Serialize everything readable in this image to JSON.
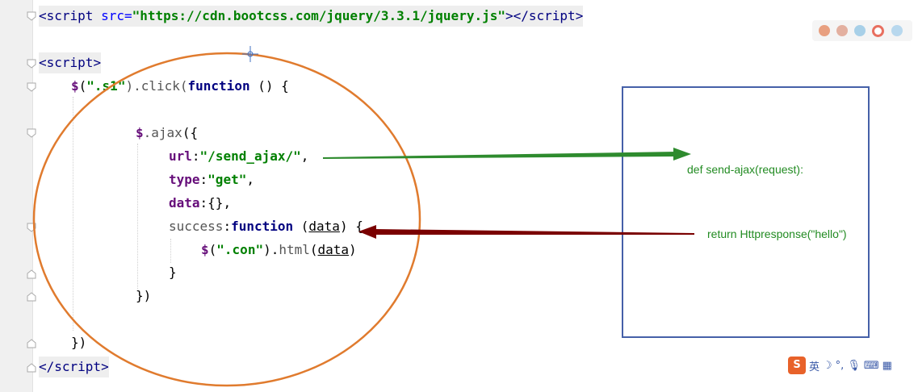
{
  "code": {
    "line1": {
      "open_lt": "<",
      "tag": "script",
      "attr": " src=",
      "url": "\"https://cdn.bootcss.com/jquery/3.3.1/jquery.js\"",
      "close": "></",
      "tag2": "script",
      "end": ">"
    },
    "line2": {
      "open": "<",
      "tag": "script",
      "end": ">"
    },
    "line3": {
      "dollar": "$",
      "paren_open": "(",
      "selector": "\".s1\"",
      "rest1": ").click(",
      "kw": "function",
      "rest2": " () {"
    },
    "line4": {
      "dollar": "$",
      "method": ".ajax",
      "rest": "({"
    },
    "line5": {
      "key": "url",
      "colon": ":",
      "value": "\"/send_ajax/\"",
      "comma": ","
    },
    "line6": {
      "key": "type",
      "colon": ":",
      "value": "\"get\"",
      "comma": ","
    },
    "line7": {
      "key": "data",
      "colon": ":",
      "value": "{}",
      "comma": ","
    },
    "line8": {
      "key": "success",
      "colon": ":",
      "kw": "function",
      "space": " (",
      "param": "data",
      "rest": ") {"
    },
    "line9": {
      "dollar": "$",
      "paren_open": "(",
      "selector": "\".con\"",
      "rest": ").",
      "method": "html",
      "po": "(",
      "param": "data",
      "pc": ")"
    },
    "line10": {
      "text": "}"
    },
    "line11": {
      "text": "})"
    },
    "line12": {
      "text": "})"
    },
    "line13": {
      "open": "</",
      "tag": "script",
      "end": ">"
    }
  },
  "box": {
    "def_text": "def send-ajax(request):",
    "return_text": "return Httpresponse(\"hello\")"
  },
  "colors": {
    "ellipse": "#e07b2e",
    "green_arrow": "#2e8b2e",
    "red_arrow": "#7a0000",
    "box_border": "#4560a8",
    "box_text": "#228b22"
  },
  "ime": {
    "logo": "S",
    "lang": "英",
    "icons": [
      "moon-icon",
      "punctuation-icon",
      "mic-icon",
      "keyboard-icon",
      "grid-icon"
    ]
  }
}
